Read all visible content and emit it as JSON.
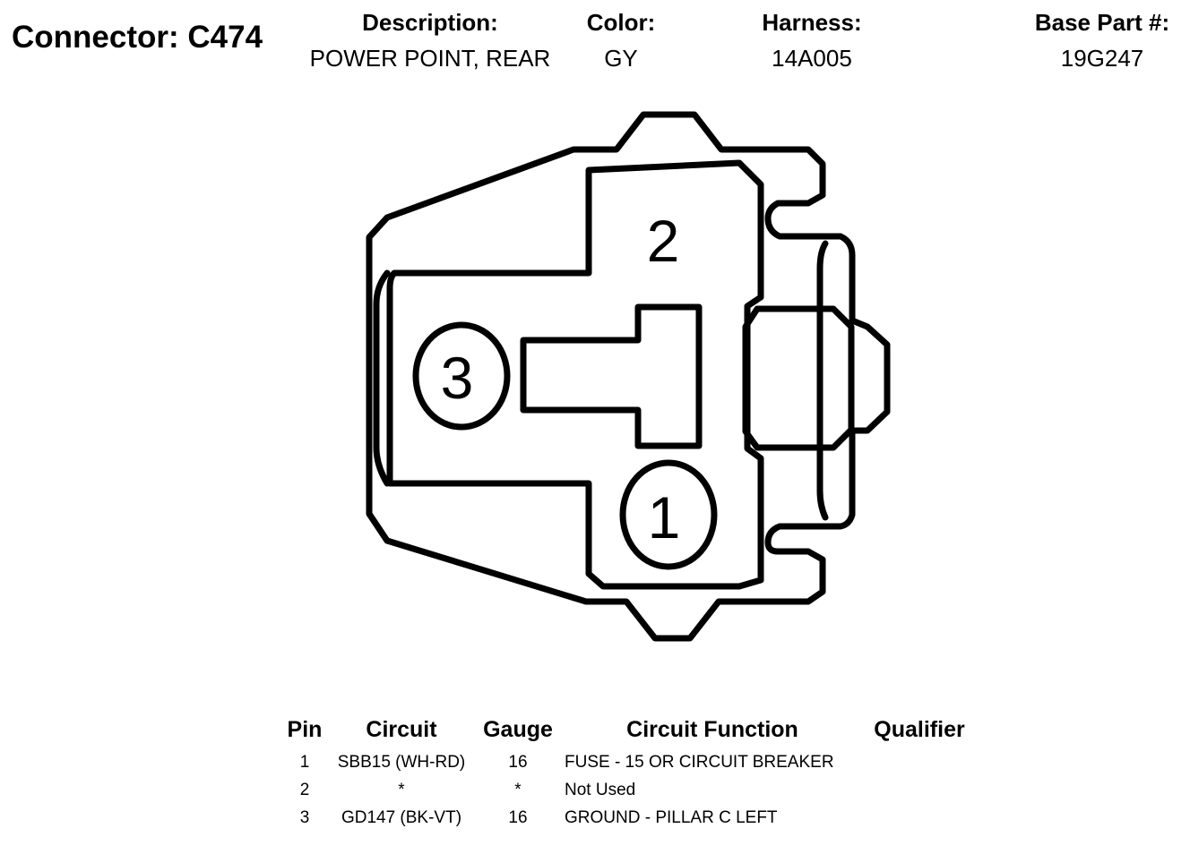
{
  "connector": {
    "title": "Connector: C474"
  },
  "info": {
    "description_label": "Description:",
    "description": "POWER POINT, REAR",
    "color_label": "Color:",
    "color": "GY",
    "harness_label": "Harness:",
    "harness": "14A005",
    "base_part_label": "Base Part #:",
    "base_part": "19G247"
  },
  "diagram": {
    "pin1": "1",
    "pin2": "2",
    "pin3": "3"
  },
  "table": {
    "headers": {
      "pin": "Pin",
      "circuit": "Circuit",
      "gauge": "Gauge",
      "function": "Circuit Function",
      "qualifier": "Qualifier"
    },
    "rows": [
      {
        "pin": "1",
        "circuit": "SBB15 (WH-RD)",
        "gauge": "16",
        "function": "FUSE - 15 OR CIRCUIT BREAKER",
        "qualifier": ""
      },
      {
        "pin": "2",
        "circuit": "*",
        "gauge": "*",
        "function": "Not Used",
        "qualifier": ""
      },
      {
        "pin": "3",
        "circuit": "GD147 (BK-VT)",
        "gauge": "16",
        "function": "GROUND - PILLAR C LEFT",
        "qualifier": ""
      }
    ]
  }
}
